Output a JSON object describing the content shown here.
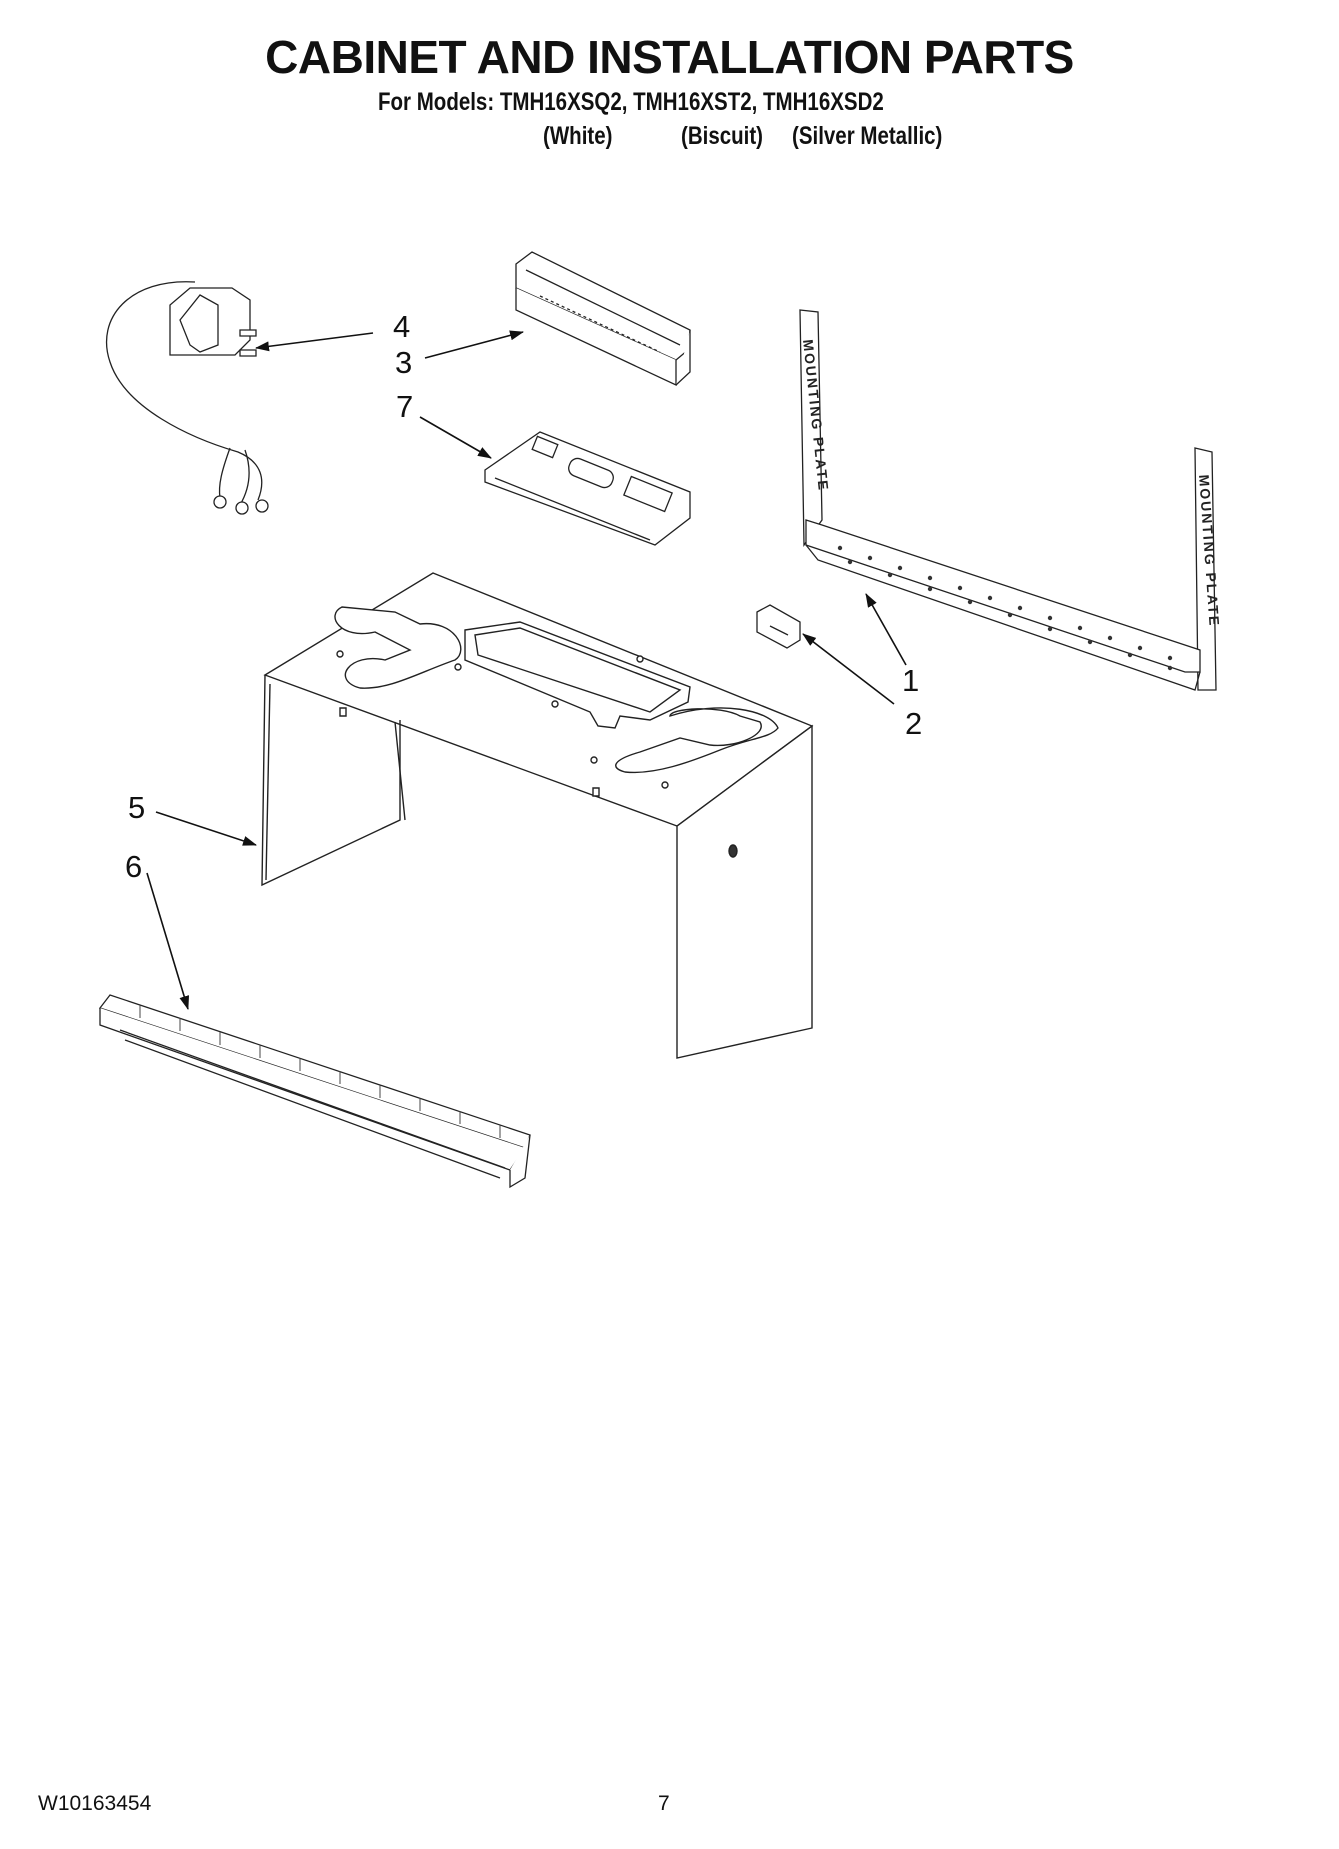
{
  "header": {
    "title": "CABINET AND INSTALLATION PARTS",
    "models_line": "For Models: TMH16XSQ2, TMH16XST2, TMH16XSD2",
    "variants": [
      "(White)",
      "(Biscuit)",
      "(Silver Metallic)"
    ]
  },
  "diagram": {
    "callouts": [
      "1",
      "2",
      "3",
      "4",
      "5",
      "6",
      "7"
    ],
    "plate_label": "MOUNTING PLATE"
  },
  "footer": {
    "doc_number": "W10163454",
    "page_number": "7"
  }
}
